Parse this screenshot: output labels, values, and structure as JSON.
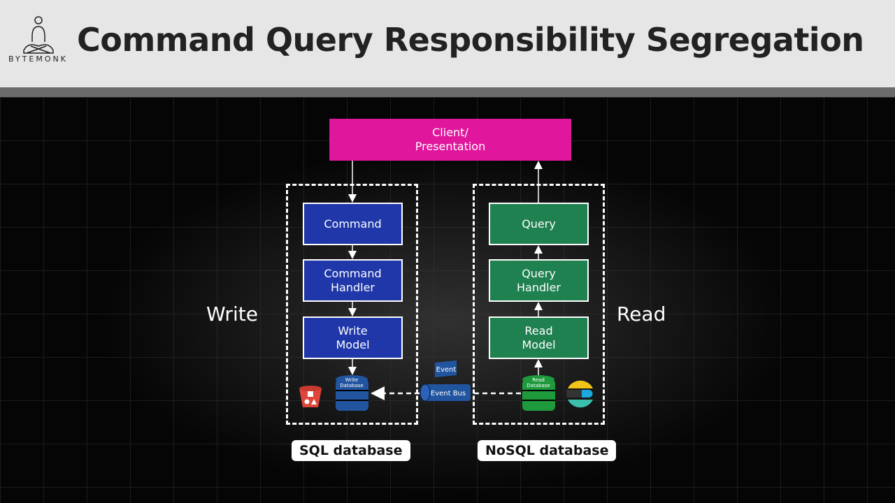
{
  "header": {
    "title": "Command Query Responsibility Segregation",
    "logo_text": "BYTEMONK"
  },
  "diagram": {
    "client": {
      "line1": "Client/",
      "line2": "Presentation"
    },
    "write": {
      "label": "Write",
      "command": "Command",
      "handler1": "Command",
      "handler2": "Handler",
      "model1": "Write",
      "model2": "Model",
      "db1": "Write",
      "db2": "Database",
      "footer": "SQL database"
    },
    "read": {
      "label": "Read",
      "query": "Query",
      "handler1": "Query",
      "handler2": "Handler",
      "model1": "Read",
      "model2": "Model",
      "db1": "Read",
      "db2": "Database",
      "footer": "NoSQL database"
    },
    "event": "Event",
    "event_bus": "Event Bus"
  },
  "colors": {
    "client": "#e0169c",
    "write": "#1f37a8",
    "read": "#1f8050",
    "db_write": "#2255a0",
    "db_read": "#1e9a3c"
  }
}
